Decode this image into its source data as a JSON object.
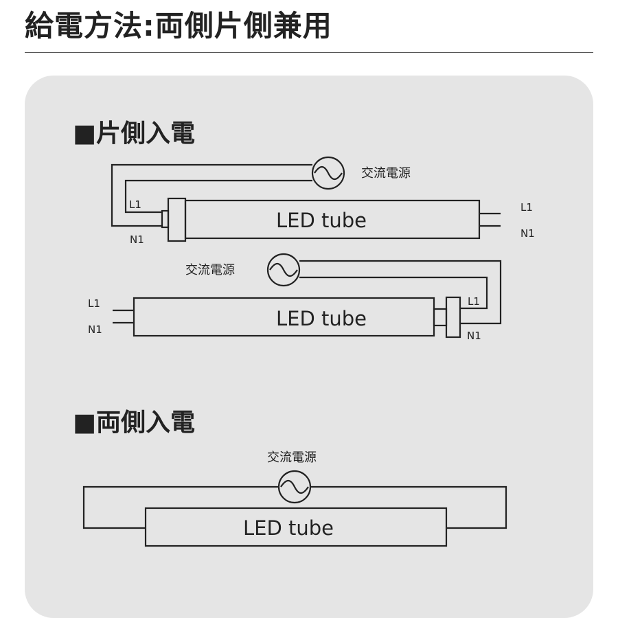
{
  "header": {
    "title": "給電方法:両側片側兼用"
  },
  "diagram": {
    "single_side": {
      "title": "■片側入電",
      "top": {
        "source_label": "交流電源",
        "tube_label": "LED tube",
        "wire_l1": "L1",
        "wire_n1": "N1",
        "pin_l1": "L1",
        "pin_n1": "N1"
      },
      "bottom": {
        "source_label": "交流電源",
        "tube_label": "LED tube",
        "wire_l1": "L1",
        "wire_n1": "N1",
        "pin_l1": "L1",
        "pin_n1": "N1"
      }
    },
    "double_side": {
      "title": "■両側入電",
      "source_label": "交流電源",
      "tube_label": "LED tube"
    }
  }
}
